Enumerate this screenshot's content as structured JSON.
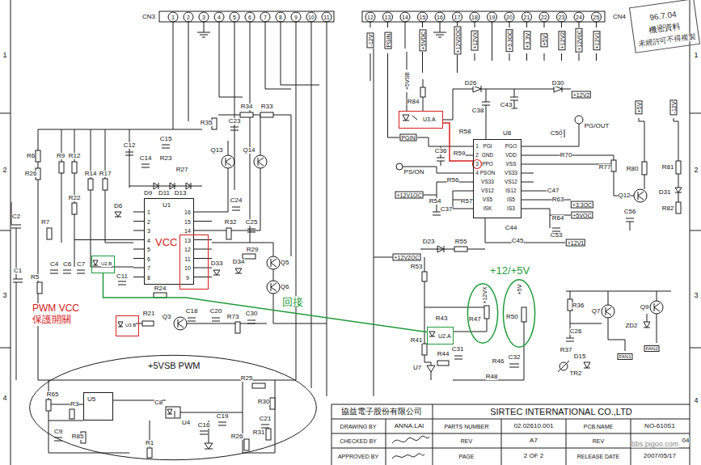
{
  "diagram": {
    "nodes": [
      {
        "text": [
          "U1"
        ]
      },
      {
        "text": [
          "VCC"
        ]
      },
      {
        "text": [
          "U2.B"
        ]
      },
      {
        "text": [
          "U3.B",
          "PWM VCC 保護開關"
        ]
      },
      {
        "text": [
          "U3.A"
        ]
      },
      {
        "text": [
          "U8"
        ]
      },
      {
        "text": [
          "U2.A"
        ]
      },
      {
        "text": [
          "+5VSB PWM"
        ]
      },
      {
        "text": [
          "U5"
        ],
        "in": 7
      },
      {
        "text": [
          "+12/+5V",
          "R47"
        ]
      },
      {
        "text": [
          "R50"
        ]
      }
    ],
    "edges": [
      {
        "from": 6,
        "to": 2,
        "arrow": "none",
        "label": "回接"
      },
      {
        "from": 4,
        "to": 5,
        "arrow": "none"
      }
    ],
    "labels": [
      "1",
      "2",
      "3",
      "4",
      "1",
      "2",
      "3",
      "4",
      "CN3",
      "1",
      "2",
      "3",
      "4",
      "5",
      "6",
      "7",
      "8",
      "9",
      "10",
      "11",
      "CN4",
      "12",
      "13",
      "14",
      "15",
      "16",
      "17",
      "18",
      "19",
      "20",
      "21",
      "22",
      "23",
      "24",
      "25",
      "-12V",
      "PGIN",
      "+5VDC",
      "+12V2OC",
      "+12VX",
      "+3.3OC",
      "+3.3V",
      "+5V",
      "+12V2",
      "+12V0C",
      "+12V1",
      "R6",
      "R26",
      "R9",
      "R12",
      "R22",
      "R14",
      "R17",
      "C12",
      "C15",
      "C14",
      "R23",
      "R27",
      "D9",
      "D11",
      "D13",
      "D6",
      "R35",
      "C23",
      "R34",
      "R33",
      "Q13",
      "Q14",
      "C24",
      "R32",
      "C25",
      "R29",
      "Q5",
      "Q6",
      "D33",
      "D34",
      "C2",
      "R7",
      "C1",
      "R5",
      "C4",
      "C6",
      "C7",
      "C11",
      "R24",
      "R21",
      "Q3",
      "C18",
      "C20",
      "R73",
      "C30",
      "1",
      "2",
      "3",
      "4",
      "5",
      "6",
      "7",
      "8",
      "16",
      "15",
      "14",
      "13",
      "12",
      "11",
      "10",
      "9",
      "R65",
      "R3",
      "C8",
      "U4",
      "C16",
      "C19",
      "R25",
      "R30",
      "C21",
      "R26",
      "R31",
      "R1",
      "C9",
      "R85",
      "+5VSB",
      "R84",
      "D26",
      "C38",
      "C43",
      "D30",
      "+12V2",
      "R58",
      "R59",
      "PGIN",
      "C36",
      "PS/ON",
      "R56",
      "+12V1OC",
      "R54",
      "C37",
      "R57",
      "C44",
      "C45",
      "+12V1",
      "C47",
      "R63",
      "+3.3OC",
      "R64",
      "+5VOC",
      "C53",
      "C50",
      "PG/OUT",
      "R70",
      "R77",
      "R80",
      "+5V",
      "-12V",
      "R81",
      "Q12",
      "D31",
      "C56",
      "R82",
      "D23",
      "R55",
      "+12V2OC",
      "R53",
      "PGI",
      "GND",
      "PPO",
      "PSON",
      "VS33",
      "VS12",
      "VS5",
      "ISK",
      "PGO",
      "VDD",
      "VSS",
      "VS33",
      "VS12",
      "IS12",
      "IS5",
      "IS3",
      "1",
      "2",
      "3",
      "4",
      "R41",
      "R43",
      "+12VX",
      "+5V",
      "R46",
      "C32",
      "C31",
      "R44",
      "U7",
      "R48",
      "R36",
      "Q7",
      "Q9",
      "ZD2",
      "C26",
      "R37",
      "D15",
      "FAN1",
      "FAN2",
      "TR2",
      "協益電子股份有限公司",
      "SIRTEC INTERNATIONAL CO.,LTD",
      "DRAWING BY",
      "ANNA.LAI",
      "PARTS NUMBER",
      "02.02610.001",
      "PCB.NAME",
      "NO-610S1",
      "CHECKED BY",
      "REV",
      "A7",
      "REV",
      "04",
      "APPROVED BY",
      "PAGE",
      "2 OF 2",
      "RELEASE DATE",
      "2007/05/17",
      "96.7.04",
      "機密資料",
      "未經許可不得複製",
      "bbs.pigoo.com"
    ]
  }
}
